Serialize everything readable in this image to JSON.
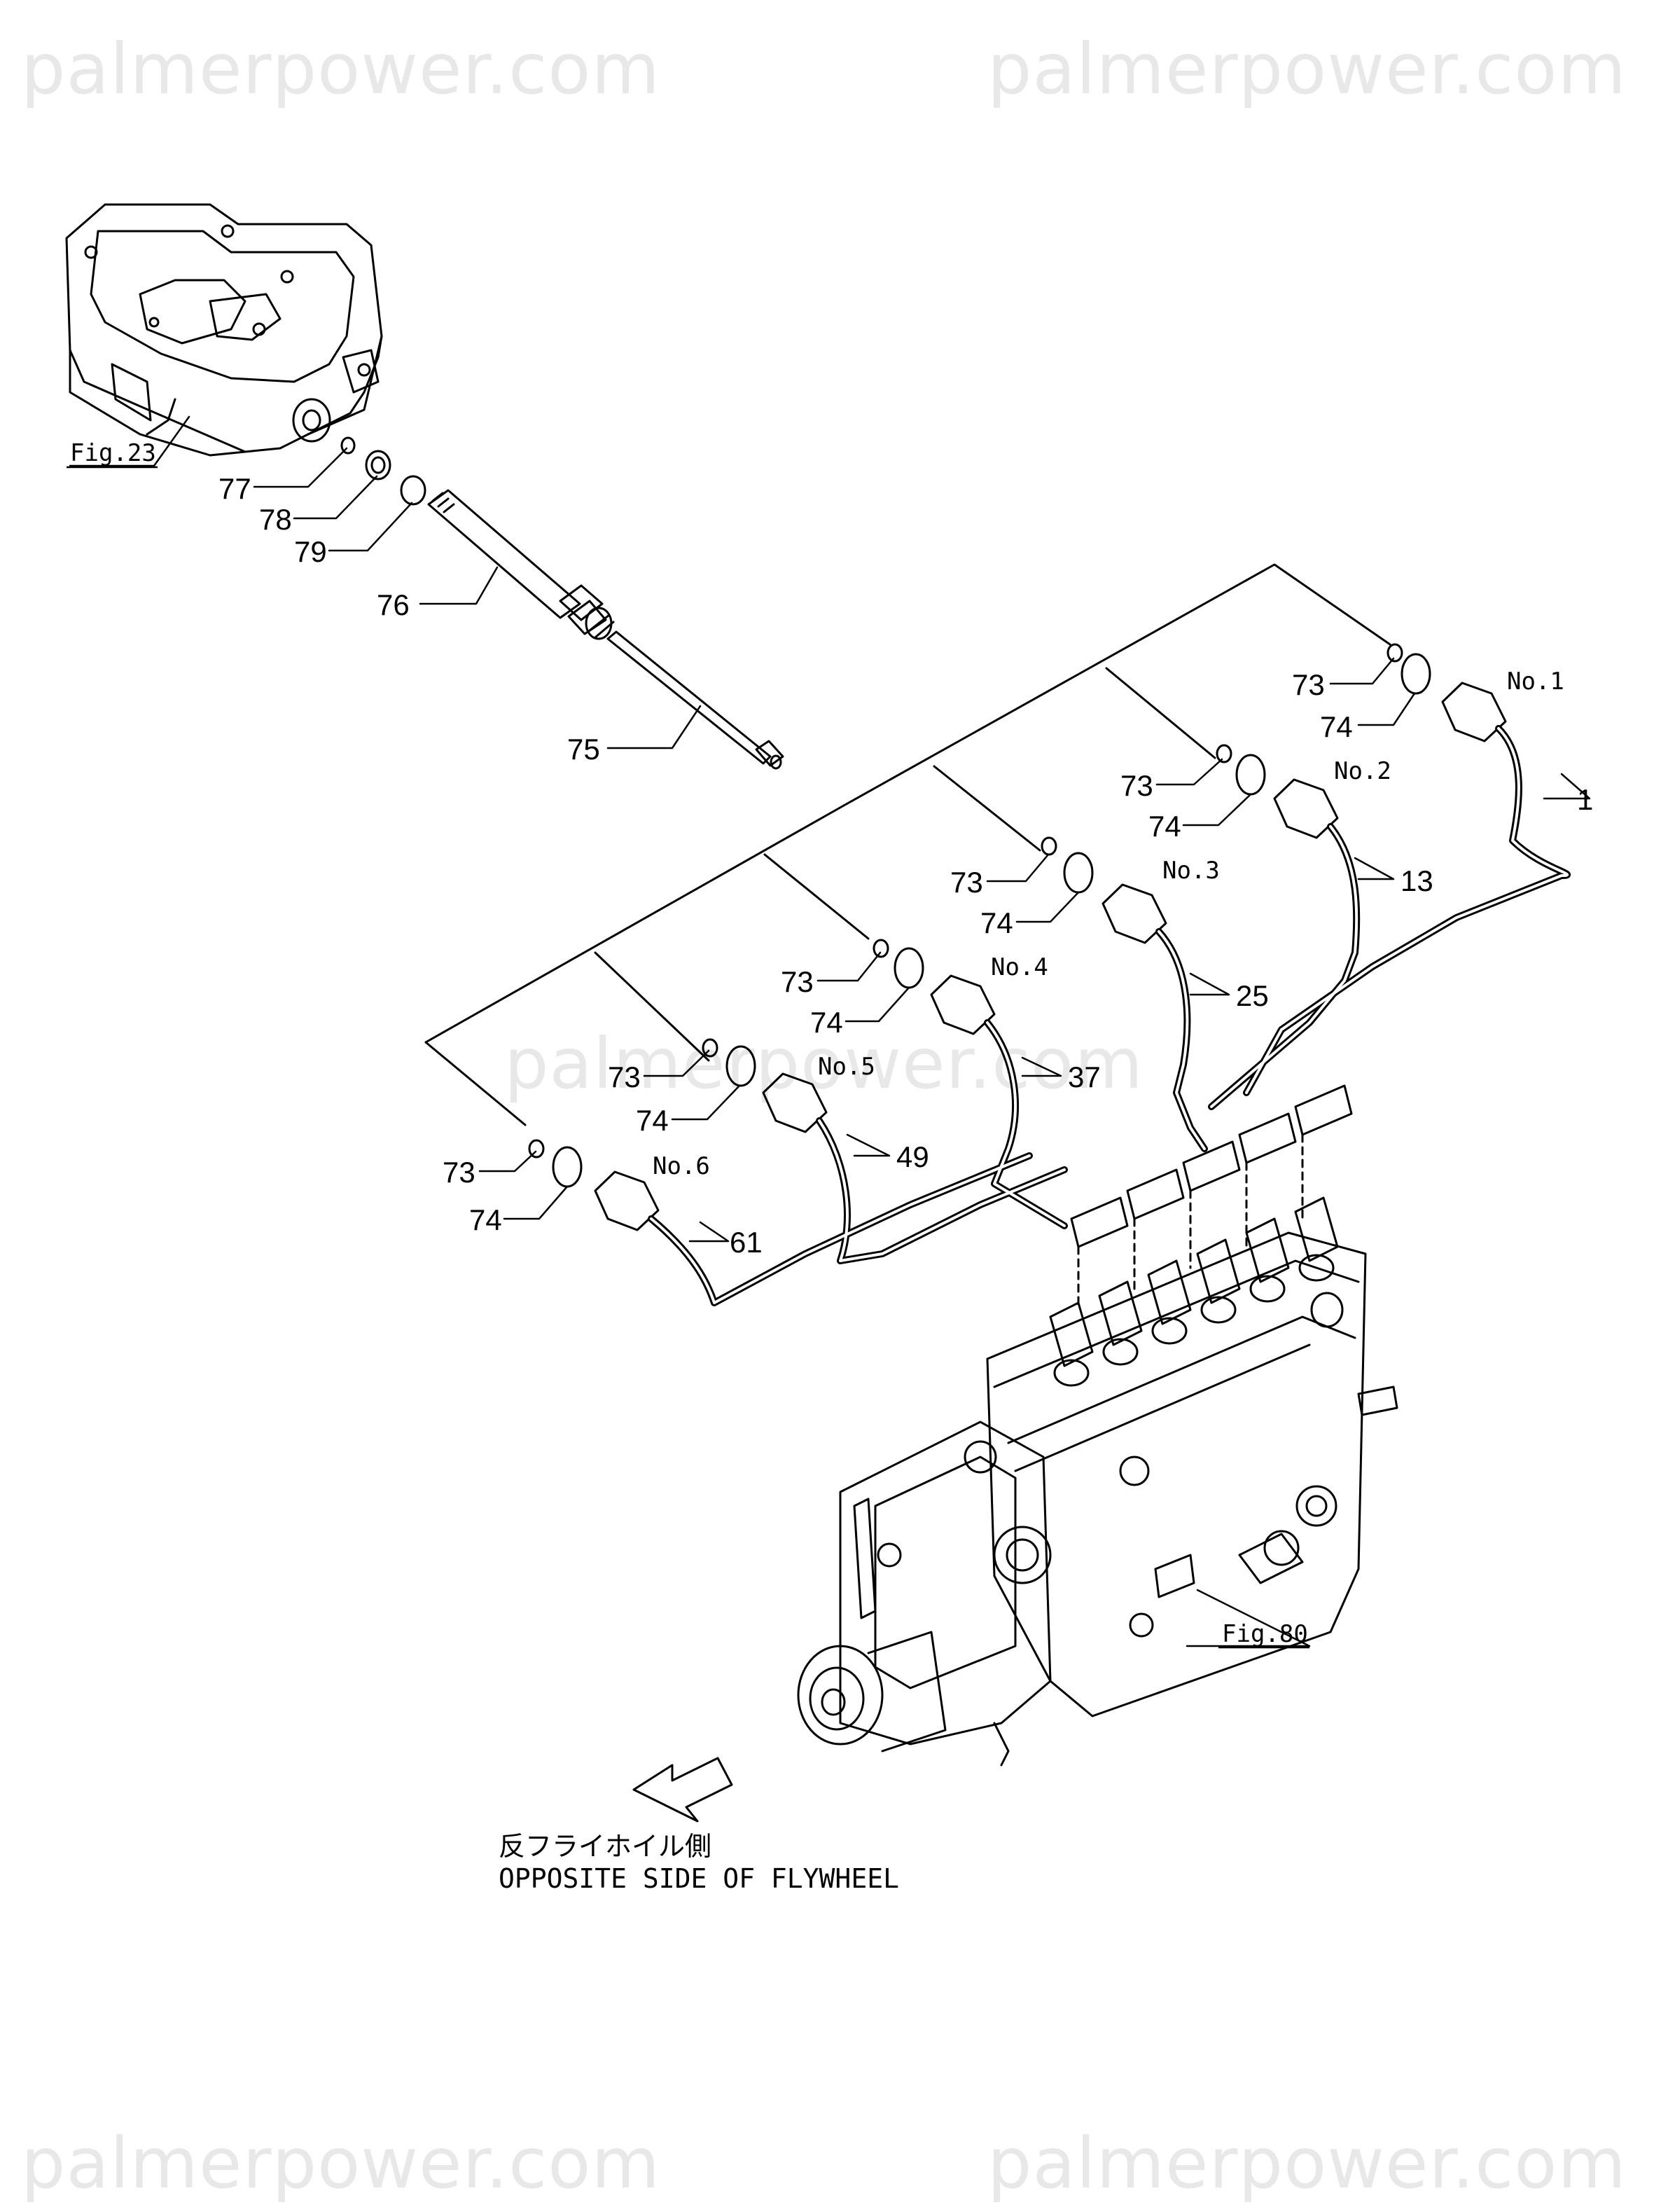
{
  "watermarks": [
    "palmerpower.com",
    "palmerpower.com",
    "palmerpower.com",
    "palmerpower.com",
    "palmerpower.com"
  ],
  "figure_refs": {
    "top": "Fig.23",
    "bottom": "Fig.80"
  },
  "cylinders": [
    "No.1",
    "No.2",
    "No.3",
    "No.4",
    "No.5",
    "No.6"
  ],
  "parts": {
    "p1": "1",
    "p13": "13",
    "p25": "25",
    "p37": "37",
    "p49": "49",
    "p61": "61",
    "p73": "73",
    "p74": "74",
    "p75": "75",
    "p76": "76",
    "p77": "77",
    "p78": "78",
    "p79": "79"
  },
  "direction": {
    "japanese": "反フライホイル側",
    "english": "OPPOSITE SIDE OF FLYWHEEL"
  }
}
